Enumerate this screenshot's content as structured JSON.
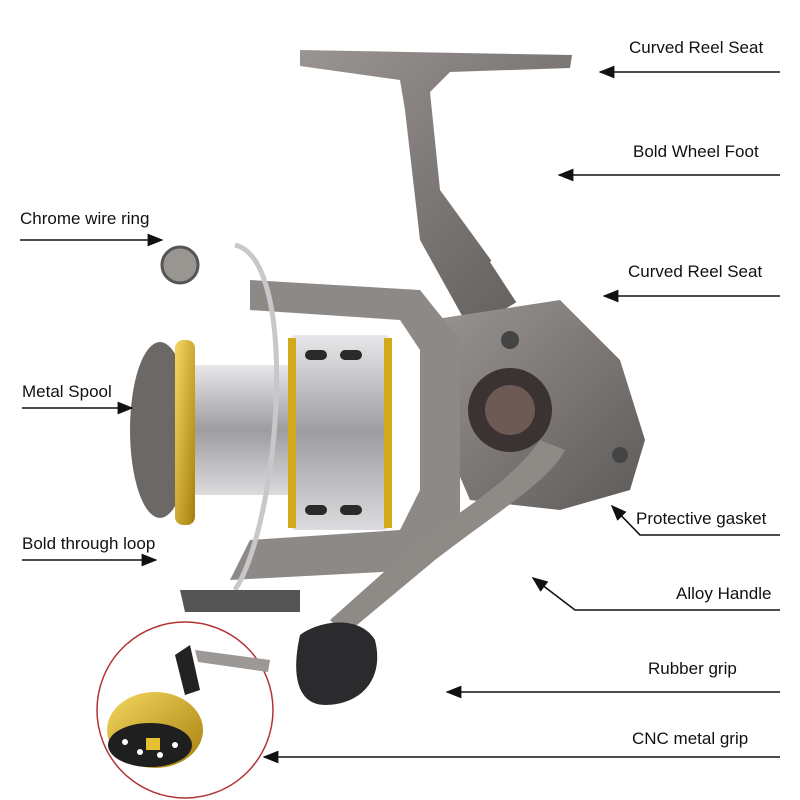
{
  "labels": {
    "curved_reel_seat_top": "Curved Reel Seat",
    "bold_wheel_foot": "Bold Wheel Foot",
    "chrome_wire_ring": "Chrome wire ring",
    "curved_reel_seat_mid": "Curved Reel Seat",
    "metal_spool": "Metal Spool",
    "protective_gasket": "Protective gasket",
    "bold_through_loop": "Bold through loop",
    "alloy_handle": "Alloy Handle",
    "rubber_grip": "Rubber grip",
    "cnc_metal_grip": "CNC metal grip"
  },
  "colors": {
    "body": "#77726f",
    "spool_gold": "#d4a91c",
    "spool_silver": "#b9b9bb",
    "grip": "#2b2b2d",
    "arrow": "#111111"
  }
}
